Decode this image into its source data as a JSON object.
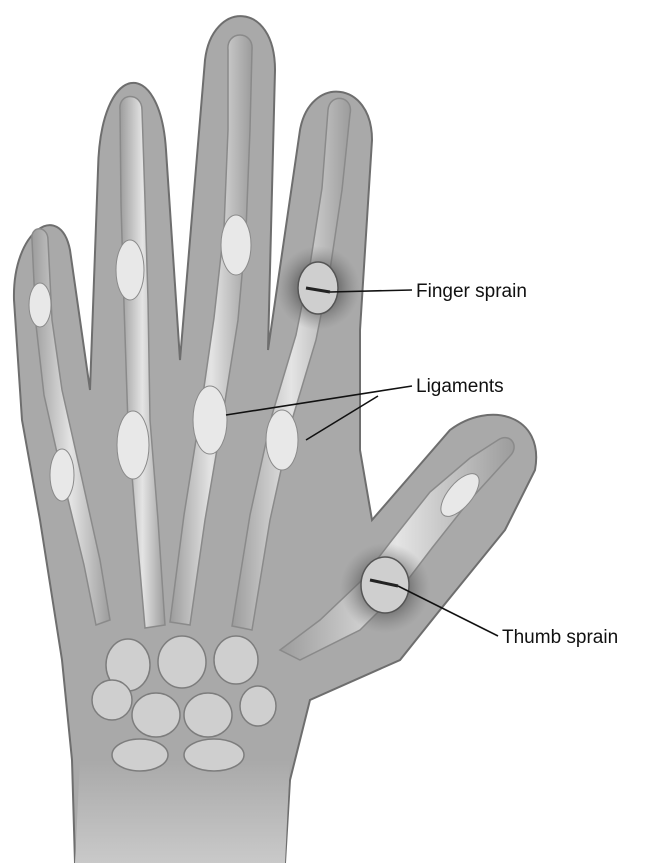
{
  "labels": {
    "finger_sprain": "Finger sprain",
    "ligaments": "Ligaments",
    "thumb_sprain": "Thumb sprain"
  },
  "colors": {
    "background": "#ffffff",
    "skin": "#a9a9a9",
    "skin_edge": "#6e6e6e",
    "bone": "#d7d7d7",
    "bone_edge": "#8a8a8a",
    "sprain": "#4a4a4a",
    "leader": "#111111"
  }
}
